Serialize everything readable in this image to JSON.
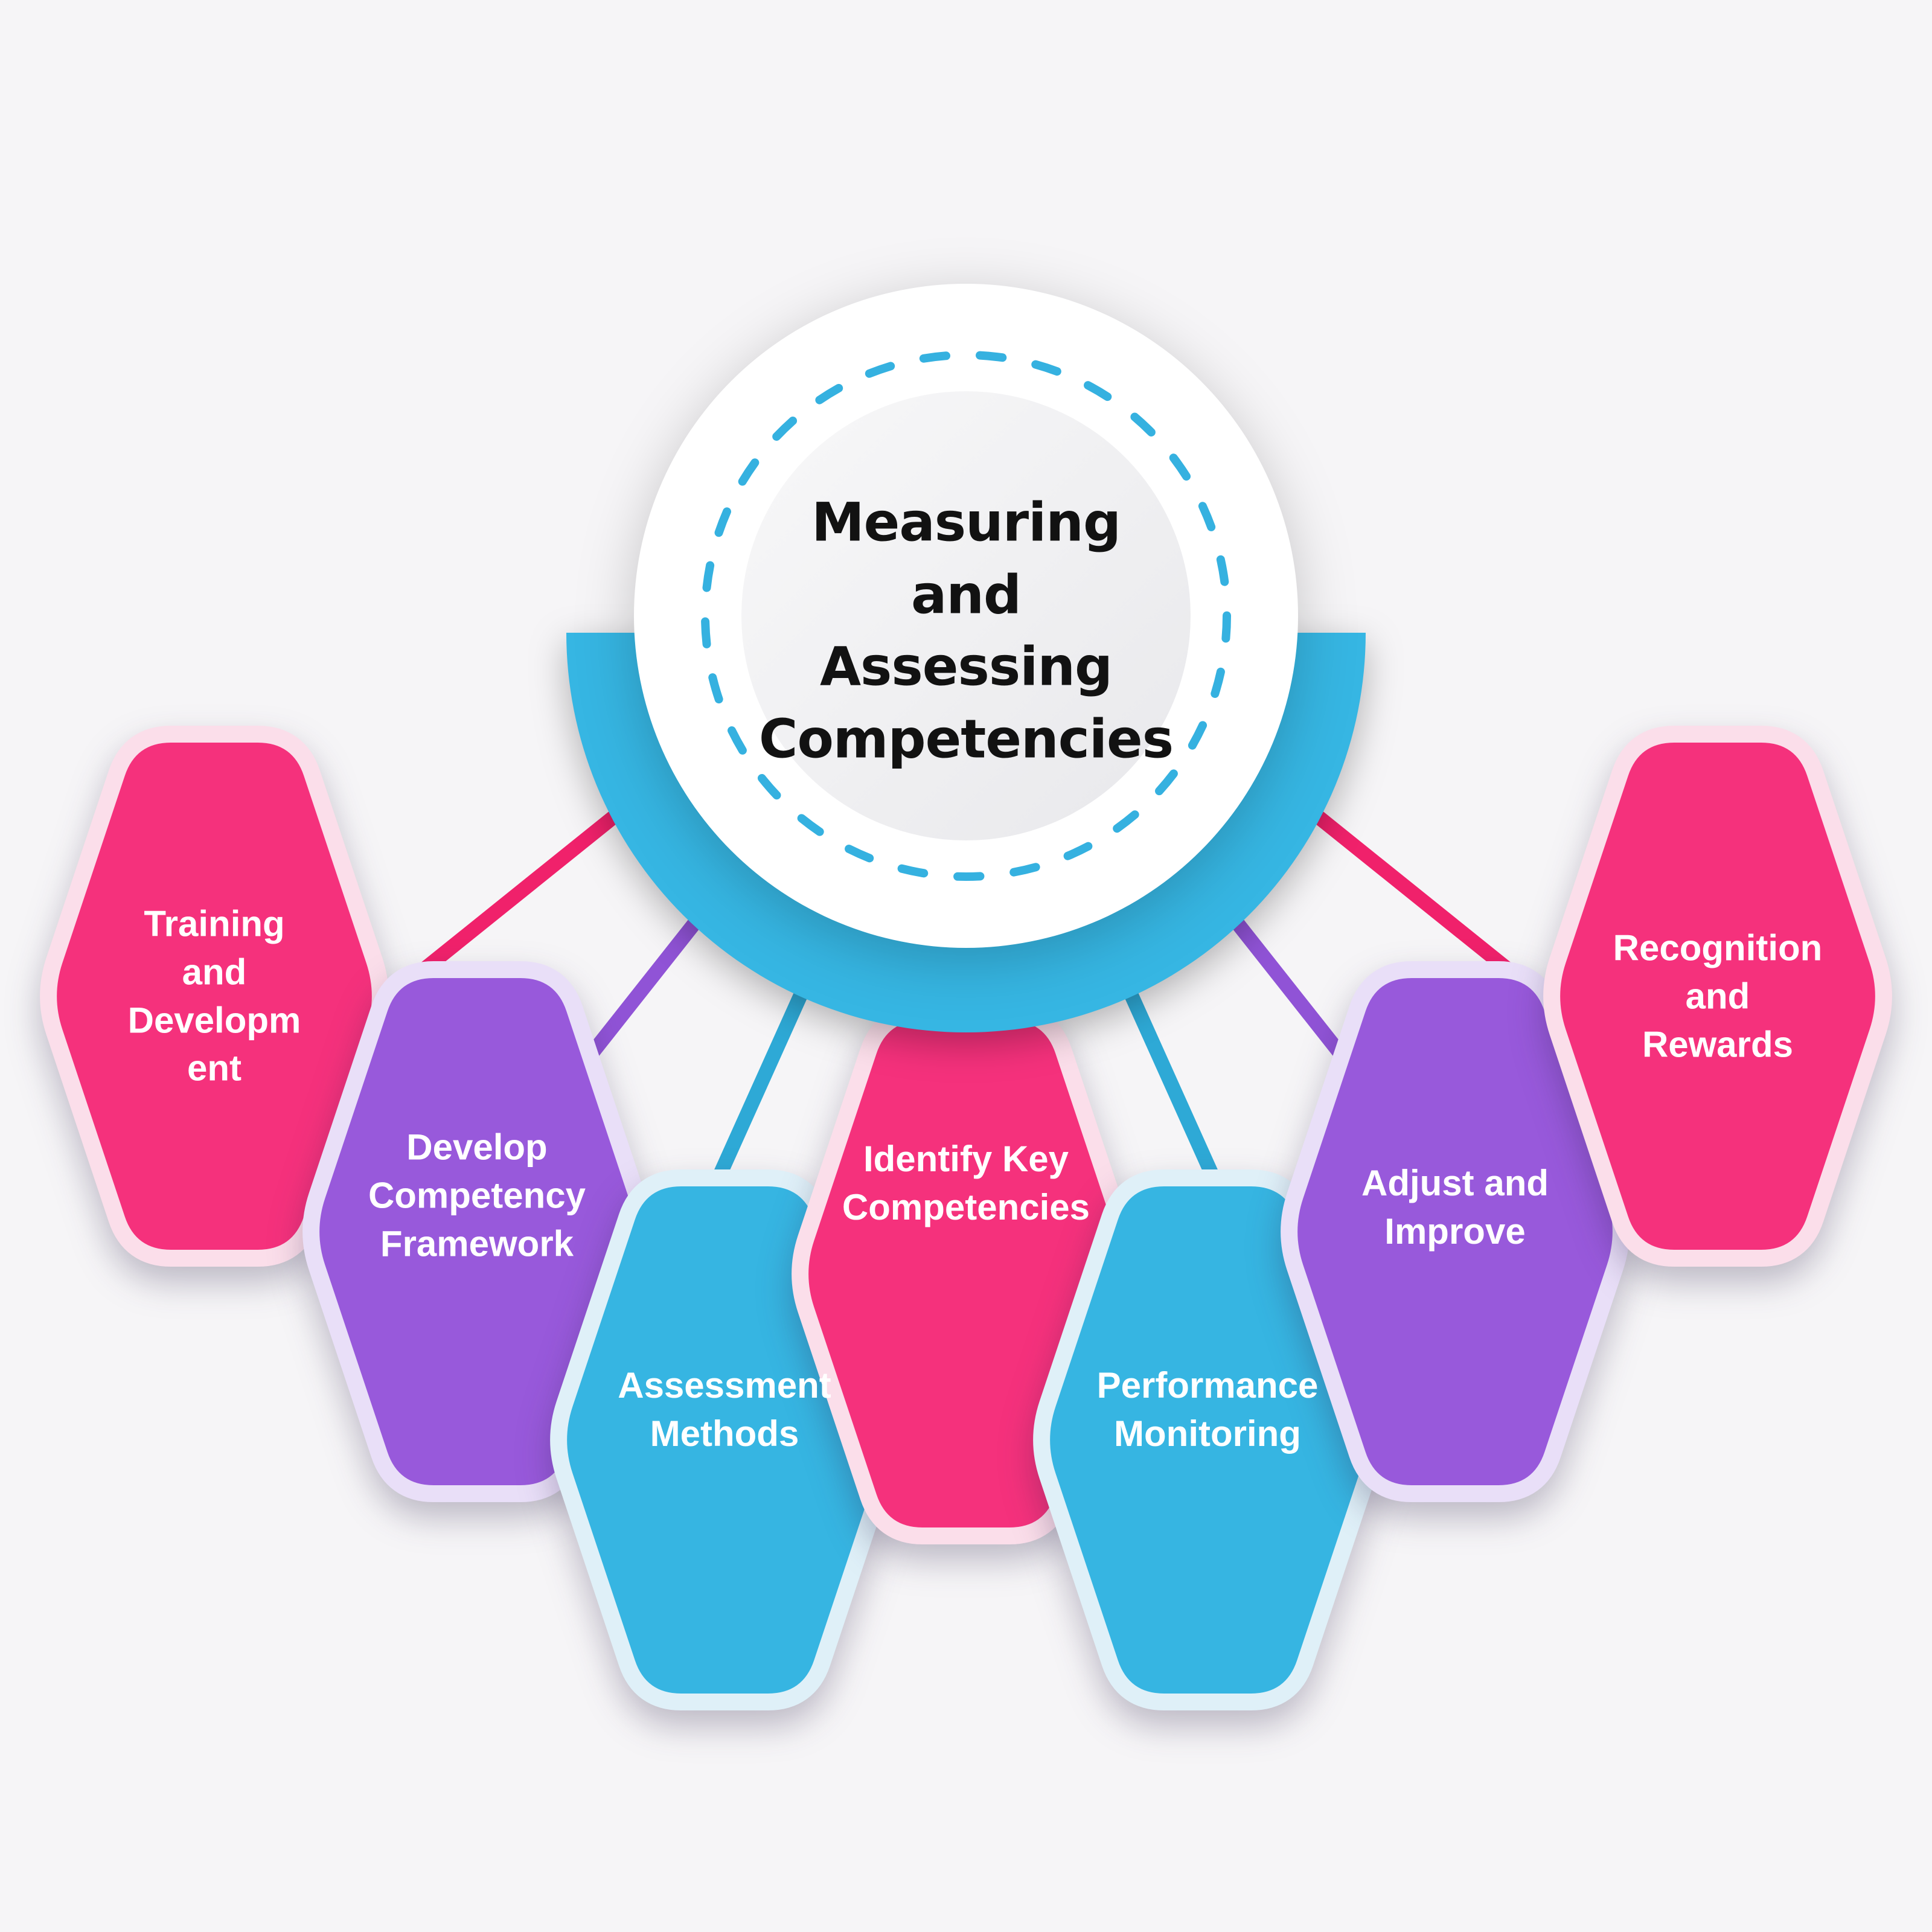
{
  "title": "Measuring\nand\nAssessing\nCompetencies",
  "nodes": [
    {
      "name": "training-and-development",
      "label": "Training\nand\nDevelopm\nent",
      "color": "pink"
    },
    {
      "name": "develop-competency-framework",
      "label": "Develop\nCompetency\nFramework",
      "color": "purple"
    },
    {
      "name": "assessment-methods",
      "label": "Assessment\nMethods",
      "color": "blue"
    },
    {
      "name": "identify-key-competencies",
      "label": "Identify Key\nCompetencies",
      "color": "pink"
    },
    {
      "name": "performance-monitoring",
      "label": "Performance\nMonitoring",
      "color": "blue"
    },
    {
      "name": "adjust-and-improve",
      "label": "Adjust and\nImprove",
      "color": "purple"
    },
    {
      "name": "recognition-and-rewards",
      "label": "Recognition\nand\nRewards",
      "color": "pink"
    }
  ],
  "colors": {
    "background": "#F6F5F7",
    "pink": "#F5317C",
    "pink_border": "#FBDEEA",
    "pink_line": "#F0216B",
    "purple": "#9859DB",
    "purple_border": "#E9DFF8",
    "purple_line": "#9053D6",
    "blue": "#36B5E2",
    "blue_border": "#DFF0F8",
    "blue_line": "#2EA9D6",
    "semicircle": "#36B6E3",
    "dashed_ring": "#35B1E0",
    "white_circle": "#FFFFFF",
    "inner_circle_light": "#F8F8F9",
    "inner_circle_dark": "#E8E8EB",
    "title_text": "#121212",
    "node_text": "#FFFFFF"
  }
}
